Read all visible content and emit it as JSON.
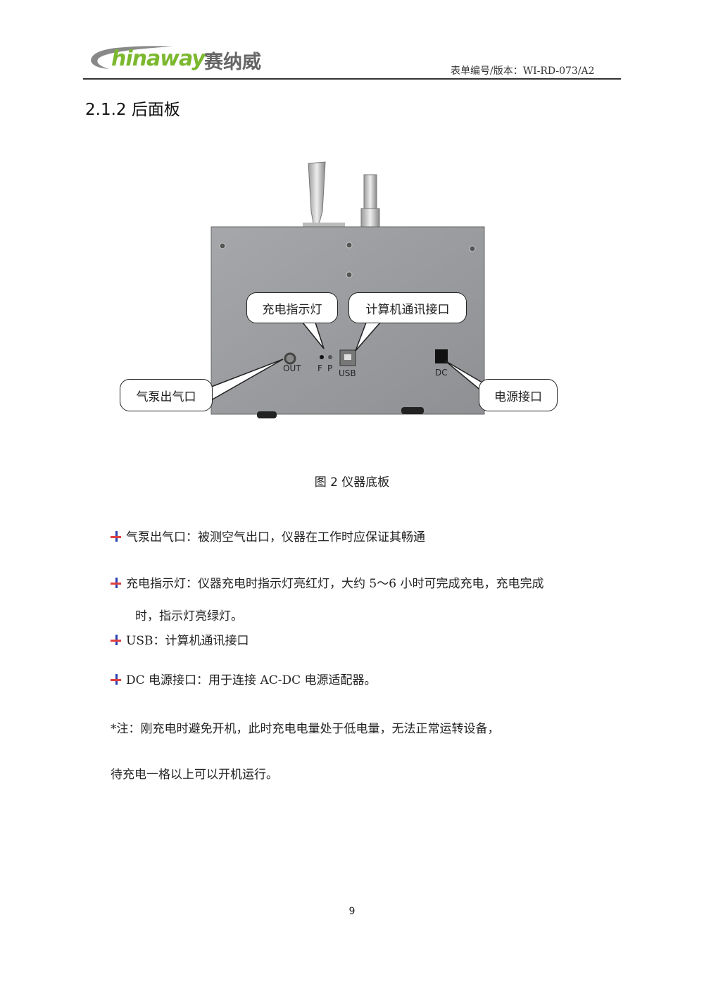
{
  "header": {
    "logo_latin": "hinaway",
    "logo_cn": "赛纳威",
    "logo_letter": "C",
    "form_number": "表单编号/版本：WI-RD-073/A2"
  },
  "section_title": "2.1.2  后面板",
  "figure": {
    "callouts": {
      "charge_light": "充电指示灯",
      "usb": "计算机通讯接口",
      "air_out": "气泵出气口",
      "power": "电源接口"
    },
    "panel_labels": {
      "out": "OUT",
      "f": "F",
      "p": "P",
      "usb": "USB",
      "dc": "DC"
    },
    "caption": "图 2  仪器底板"
  },
  "bullets": [
    {
      "text": "气泵出气口：被测空气出口，仪器在工作时应保证其畅通"
    },
    {
      "text": "充电指示灯：仪器充电时指示灯亮红灯，大约 5～6 小时可完成充电，充电完成",
      "cont": "时，指示灯亮绿灯。"
    },
    {
      "text": "USB：计算机通讯接口"
    },
    {
      "text": "DC 电源接口：用于连接 AC-DC 电源适配器。"
    }
  ],
  "note": {
    "line1": "*注：刚充电时避免开机，此时充电电量处于低电量，无法正常运转设备，",
    "line2": "待充电一格以上可以开机运行。"
  },
  "page_number": "9"
}
